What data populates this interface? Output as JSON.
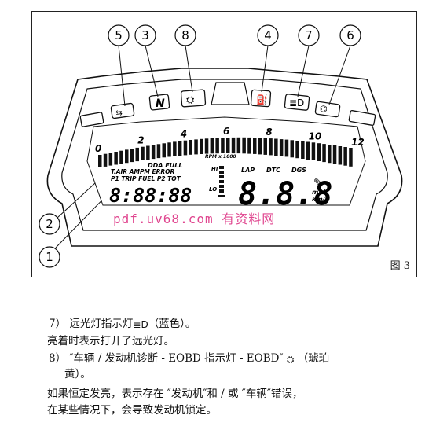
{
  "figure": {
    "label": "图 3",
    "watermark": "pdf.uv68.com 有资料网",
    "callouts": [
      "5",
      "3",
      "8",
      "4",
      "7",
      "6",
      "2",
      "1"
    ],
    "dashboard": {
      "tach_numbers": [
        "0",
        "2",
        "4",
        "6",
        "8",
        "10",
        "12"
      ],
      "rpm_label": "RPM x 1000",
      "gear_indicator": "N",
      "lcd_labels": {
        "dda_full": "DDA FULL",
        "modes_row": "T.AIR AMPM ERROR",
        "trip_row": "P1 TRIP FUEL P2 TOT",
        "hi": "HI",
        "lo": "LO",
        "lap": "LAP",
        "dtc": "DTC",
        "dgs": "DGS",
        "mph": "mph",
        "kmh": "km/h"
      }
    }
  },
  "text": {
    "line1_prefix": "7）  远光灯指示灯",
    "line1_suffix": "（蓝色）。",
    "line2": "亮着时表示打开了远光灯。",
    "line3_prefix": "8）  ″车辆 / 发动机诊断 - EOBD 指示灯 - EOBD″",
    "line3_suffix": "（琥珀",
    "line4": "黄）。",
    "line5": "如果恒定发亮，表示存在 ″发动机″和 / 或 ″车辆″错误，",
    "line6": "在某些情况下，会导致发动机锁定。"
  }
}
